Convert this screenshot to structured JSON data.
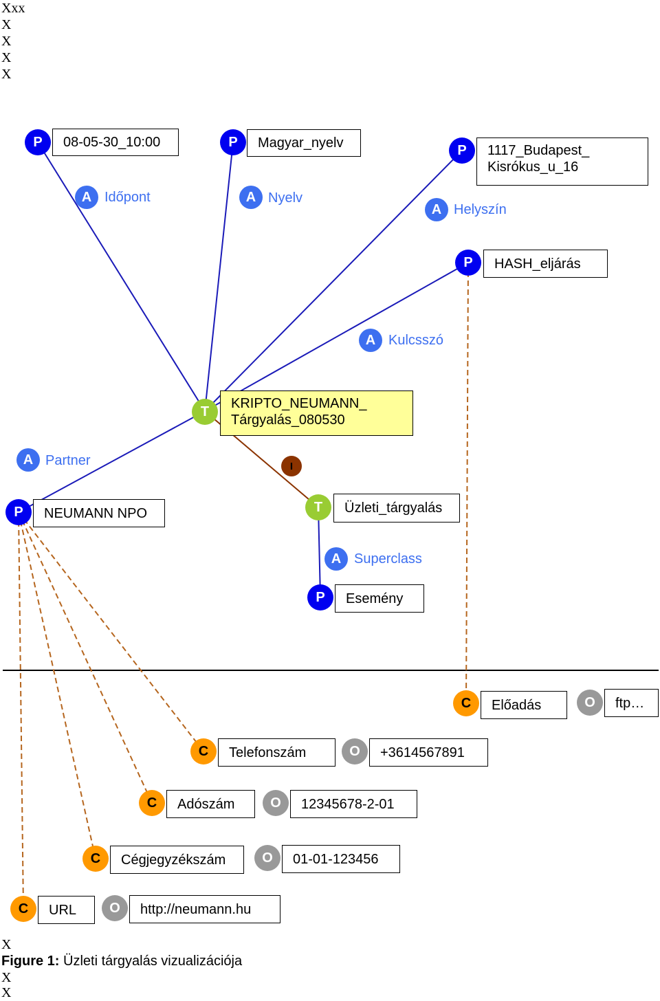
{
  "header_marks": [
    "Xxx",
    "X",
    "X",
    "X",
    "X"
  ],
  "footer_marks": [
    "X",
    "X",
    "X"
  ],
  "letters": {
    "P": "P",
    "A": "A",
    "T": "T",
    "I": "I",
    "C": "C",
    "O": "O"
  },
  "nodes": {
    "datetime_value": "08-05-30_10:00",
    "datetime_attr": "Időpont",
    "language_value": "Magyar_nyelv",
    "language_attr": "Nyelv",
    "location_value_line1": "1117_Budapest_",
    "location_value_line2": "Kisrókus_u_16",
    "location_attr": "Helyszín",
    "hash_value": "HASH_eljárás",
    "keyword_attr": "Kulcsszó",
    "topic_line1": "KRIPTO_NEUMANN_",
    "topic_line2": "Tárgyalás_080530",
    "partner_attr": "Partner",
    "partner_value": "NEUMANN NPO",
    "instance_topic": "Üzleti_tárgyalás",
    "superclass_attr": "Superclass",
    "superclass_value": "Esemény"
  },
  "contacts": [
    {
      "label": "Előadás",
      "value": "ftp…"
    },
    {
      "label": "Telefonszám",
      "value": "+3614567891"
    },
    {
      "label": "Adószám",
      "value": "12345678-2-01"
    },
    {
      "label": "Cégjegyzékszám",
      "value": "01-01-123456"
    },
    {
      "label": "URL",
      "value": "http://neumann.hu"
    }
  ],
  "caption": {
    "prefix": "Figure 1:",
    "text": " Üzleti tárgyalás vizualizációja"
  },
  "colors": {
    "property_blue": "#0000f0",
    "attribute_blue": "#3d6ff0",
    "topic_green": "#99cc33",
    "contact_orange": "#ff9900",
    "occurrence_gray": "#999999",
    "instance_brown": "#8b3300",
    "topic_box_yellow": "#ffff99"
  }
}
